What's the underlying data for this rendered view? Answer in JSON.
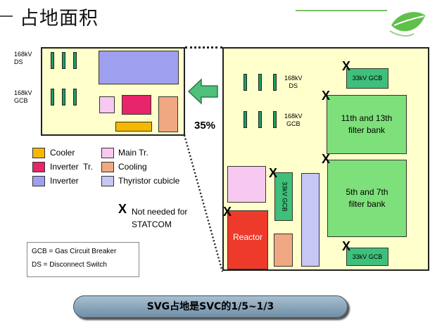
{
  "title": "占地面积",
  "left_panel": {
    "ds_label": "168kV\nDS",
    "gcb_label": "168kV\nGCB"
  },
  "right_panel": {
    "ds_label": "168kV\nDS",
    "gcb_label": "168kV\nGCB",
    "gcb33_top": "33kV GCB",
    "gcb33_bottom": "33kV GCB",
    "gcb33_vertical": "33kV GCB",
    "filter_11_13": "11th and 13th\nfilter bank",
    "filter_5_7": "5th and 7th\nfilter bank",
    "reactor": "Reactor"
  },
  "reduction_percent": "35%",
  "legend": [
    {
      "label": "Cooler",
      "color": "#f5b800"
    },
    {
      "label": "Main Tr.",
      "color": "#f7c9f0"
    },
    {
      "label": "Inverter  Tr.",
      "color": "#e8246a"
    },
    {
      "label": "Cooling",
      "color": "#f0a883"
    },
    {
      "label": "Inverter",
      "color": "#9f9fef"
    },
    {
      "label": "Thyristor cubicle",
      "color": "#c7c7f5"
    }
  ],
  "x_note": "Not needed for\nSTATCOM",
  "x_symbol": "X",
  "notes": [
    "GCB = Gas Circuit Breaker",
    "DS = Disconnect Switch"
  ],
  "banner": "SVG占地是SVC的1/5~1/3",
  "colors": {
    "panel_bg": "#ffffcc",
    "filter_green": "#7ee07a",
    "bar_green": "#1e9e5e",
    "arrow_green": "#4fbf7a",
    "reactor_red": "#ee3a2a"
  }
}
